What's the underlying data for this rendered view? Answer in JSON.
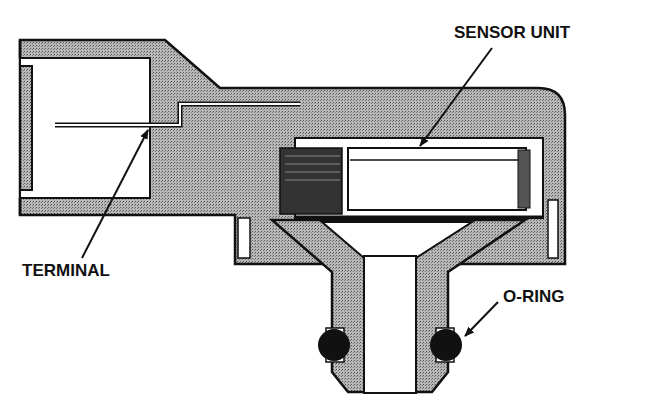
{
  "diagram": {
    "labels": [
      "SENSOR UNIT",
      "TERMINAL",
      "O-RING"
    ]
  }
}
